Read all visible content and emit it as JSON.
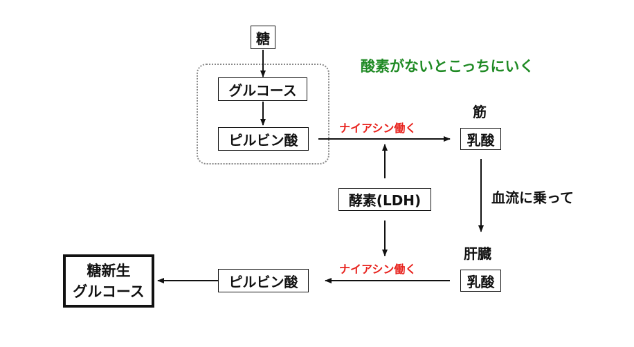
{
  "nodes": {
    "sugar": "糖",
    "glucose": "グルコース",
    "pyruvate_top": "ピルビン酸",
    "lactate_muscle": "乳酸",
    "enzyme": "酵素(LDH)",
    "lactate_liver": "乳酸",
    "pyruvate_bottom": "ピルビン酸",
    "gluconeogenesis_line1": "糖新生",
    "gluconeogenesis_line2": "グルコース"
  },
  "labels": {
    "anaerobic_note": "酸素がないとこっちにいく",
    "niacin_top": "ナイアシン働く",
    "niacin_bottom": "ナイアシン働く",
    "muscle": "筋",
    "liver": "肝臓",
    "bloodstream": "血流に乗って"
  },
  "colors": {
    "anaerobic_note": "#1f8a24",
    "niacin": "#e8221d"
  }
}
